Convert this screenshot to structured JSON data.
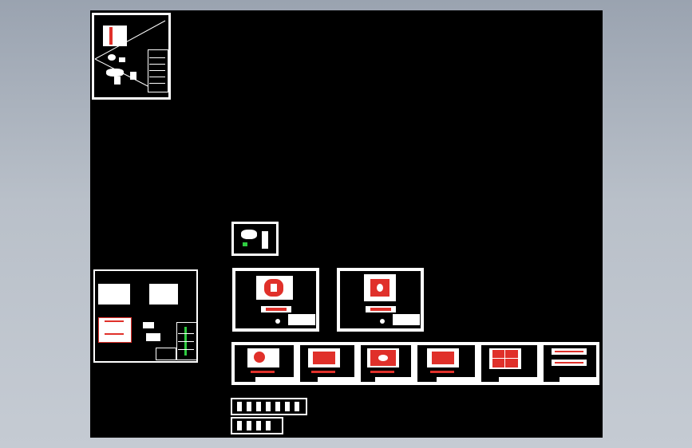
{
  "canvas": {
    "background": "#000000",
    "app_background_top": "#9aa3b0",
    "app_background_bottom": "#c5cbd3"
  },
  "colors": {
    "sheet_border": "#ffffff",
    "drawing_red": "#e0302a",
    "table_green": "#2ecc40"
  },
  "drawings": [
    {
      "id": "assembly-overview",
      "kind": "assembly drawing"
    },
    {
      "id": "part-sheet-small",
      "kind": "part drawing"
    },
    {
      "id": "mold-layout-sheet",
      "kind": "layout drawing with parts list"
    },
    {
      "id": "plan-sheet-1",
      "kind": "plan view"
    },
    {
      "id": "plan-sheet-2",
      "kind": "plan view"
    },
    {
      "id": "row-sheet-1",
      "kind": "part drawing"
    },
    {
      "id": "row-sheet-2",
      "kind": "part drawing"
    },
    {
      "id": "row-sheet-3",
      "kind": "part drawing"
    },
    {
      "id": "row-sheet-4",
      "kind": "part drawing"
    },
    {
      "id": "row-sheet-5",
      "kind": "part drawing"
    },
    {
      "id": "row-sheet-6",
      "kind": "part drawing"
    },
    {
      "id": "detail-strip-top",
      "kind": "detail strip"
    },
    {
      "id": "detail-strip-bottom",
      "kind": "detail strip"
    }
  ]
}
